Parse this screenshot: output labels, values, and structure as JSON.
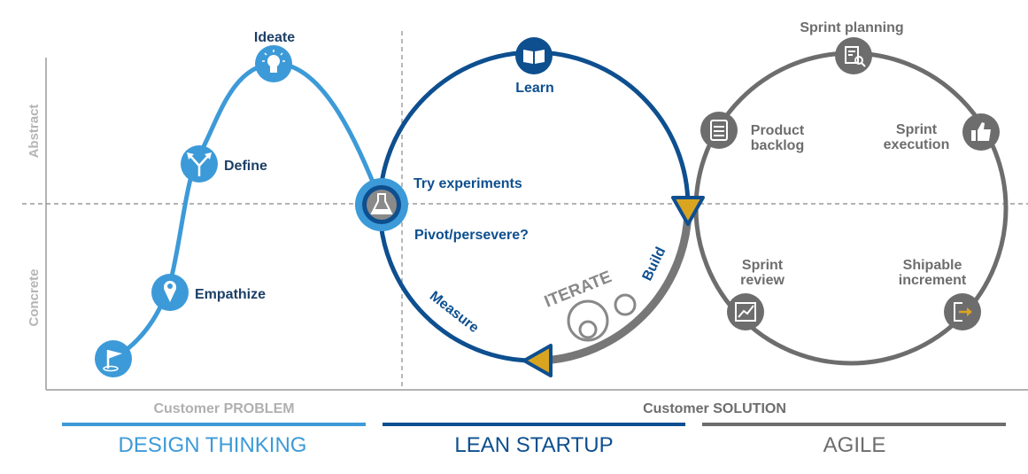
{
  "axes": {
    "y_top": "Abstract",
    "y_bottom": "Concrete"
  },
  "design_thinking": {
    "steps": {
      "start": "",
      "empathize": "Empathize",
      "define": "Define",
      "ideate": "Ideate"
    }
  },
  "lean_startup": {
    "learn": "Learn",
    "try_experiments": "Try experiments",
    "pivot": "Pivot/persevere?",
    "build": "Build",
    "measure": "Measure",
    "iterate": "ITERATE"
  },
  "agile": {
    "sprint_planning": "Sprint planning",
    "product_backlog_1": "Product",
    "product_backlog_2": "backlog",
    "sprint_execution_1": "Sprint",
    "sprint_execution_2": "execution",
    "sprint_review_1": "Sprint",
    "sprint_review_2": "review",
    "shipable_1": "Shipable",
    "shipable_2": "increment"
  },
  "footer": {
    "problem": "Customer PROBLEM",
    "solution": "Customer SOLUTION",
    "design_thinking": "DESIGN THINKING",
    "lean_startup": "LEAN STARTUP",
    "agile": "AGILE"
  },
  "colors": {
    "light_blue": "#3d9ad8",
    "dark_blue": "#0e4f8f",
    "gray": "#707070",
    "gold": "#d9a521",
    "axis_gray": "#a9a9a9"
  }
}
